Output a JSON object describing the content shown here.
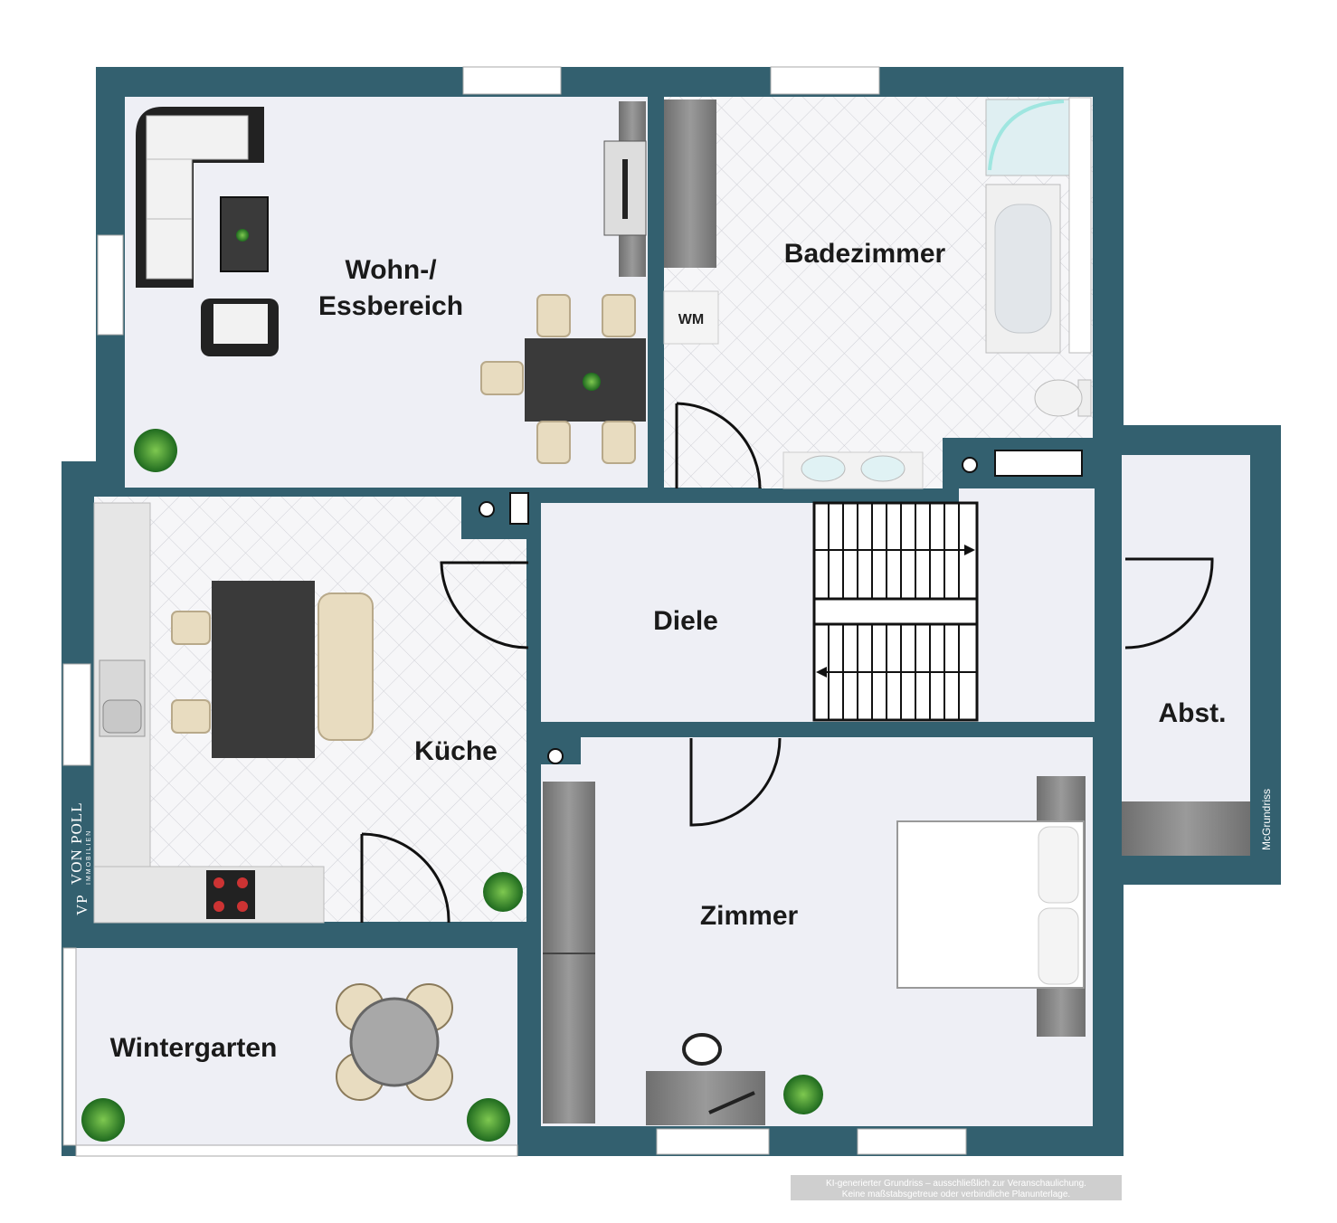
{
  "plan": {
    "rooms": {
      "wohn_line1": "Wohn-/",
      "wohn_line2": "Essbereich",
      "bad": "Badezimmer",
      "diele": "Diele",
      "kueche": "Küche",
      "abst": "Abst.",
      "zimmer": "Zimmer",
      "wintergarten": "Wintergarten"
    },
    "fixtures": {
      "washing_machine": "WM"
    },
    "brand": {
      "initials": "VP",
      "name": "VON POLL",
      "sub": "IMMOBILIEN"
    },
    "credit": "McGrundriss",
    "disclaimer": {
      "line1": "KI-generierter Grundriss – ausschließlich zur Veranschaulichung.",
      "line2": "Keine maßstabsgetreue oder verbindliche Planunterlage."
    },
    "colors": {
      "wall": "#33606f",
      "floor": "#eeeff5",
      "tile": "#f4f4f6",
      "dark_furniture": "#2e2e2e",
      "chair": "#e8dcc0",
      "window": "#ffffff"
    }
  }
}
